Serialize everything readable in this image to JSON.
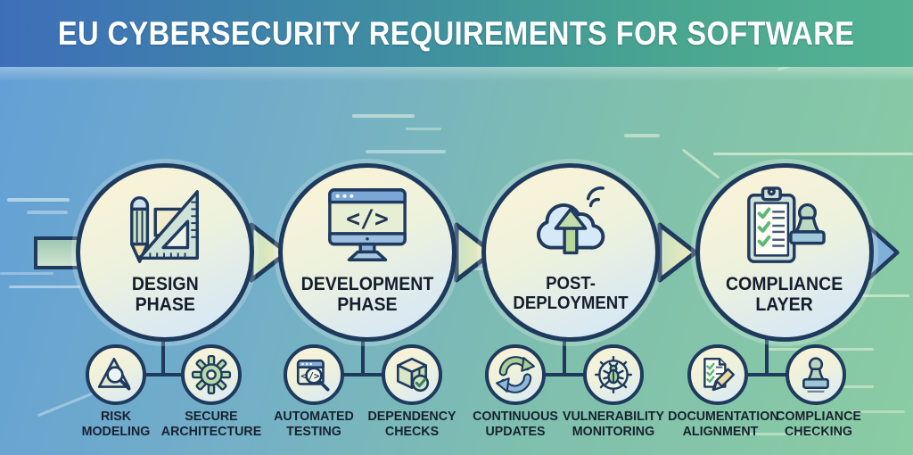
{
  "title": "EU CYBERSECURITY REQUIREMENTS FOR SOFTWARE",
  "colors": {
    "banner_left": "#3d6fb9",
    "banner_right": "#55b393",
    "background_left": "#639fd6",
    "background_right": "#8acca3",
    "outline_navy": "#1e3a5c",
    "node_fill_top": "#f9f3d8",
    "node_fill_bottom": "#d9e9f3",
    "arrow_green": "#c9e2c0",
    "arrow_yellow": "#f1ecc0",
    "arrow_blue": "#7fb0d8",
    "check_green": "#5cb878"
  },
  "flow": {
    "phases": [
      {
        "name": "DESIGN PHASE",
        "line1": "DESIGN",
        "line2": "PHASE",
        "icon": "pencil-set-square-icon",
        "children": [
          {
            "name": "RISK MODELING",
            "line1": "RISK",
            "line2": "MODELING",
            "icon": "risk-magnifier-icon"
          },
          {
            "name": "SECURE ARCHITECTURE",
            "line1": "SECURE",
            "line2": "ARCHITECTURE",
            "icon": "gear-icon"
          }
        ]
      },
      {
        "name": "DEVELOPMENT PHASE",
        "line1": "DEVELOPMENT",
        "line2": "PHASE",
        "icon": "code-monitor-icon",
        "children": [
          {
            "name": "AUTOMATED TESTING",
            "line1": "AUTOMATED",
            "line2": "TESTING",
            "icon": "code-magnifier-icon"
          },
          {
            "name": "DEPENDENCY CHECKS",
            "line1": "DEPENDENCY",
            "line2": "CHECKS",
            "icon": "package-check-icon"
          }
        ]
      },
      {
        "name": "POST-DEPLOYMENT",
        "line1": "POST-DEPLOYMENT",
        "line2": "",
        "icon": "cloud-upload-icon",
        "children": [
          {
            "name": "CONTINUOUS UPDATES",
            "line1": "CONTINUOUS",
            "line2": "UPDATES",
            "icon": "refresh-arrows-icon"
          },
          {
            "name": "VULNERABILITY MONITORING",
            "line1": "VULNERABILITY",
            "line2": "MONITORING",
            "icon": "bug-scan-icon"
          }
        ]
      },
      {
        "name": "COMPLIANCE LAYER",
        "line1": "COMPLIANCE",
        "line2": "LAYER",
        "icon": "clipboard-stamp-icon",
        "children": [
          {
            "name": "DOCUMENTATION ALIGNMENT",
            "line1": "DOCUMENTATION",
            "line2": "ALIGNMENT",
            "icon": "document-pencil-icon"
          },
          {
            "name": "COMPLIANCE CHECKING",
            "line1": "COMPLIANCE",
            "line2": "CHECKING",
            "icon": "stamp-icon"
          }
        ]
      }
    ]
  },
  "code_glyph": "</>"
}
